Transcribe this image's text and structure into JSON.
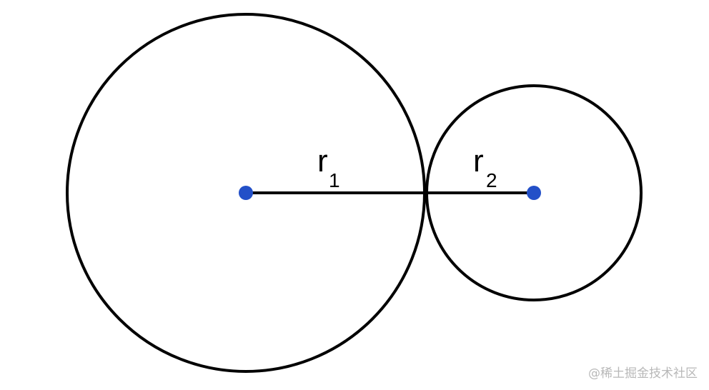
{
  "diagram": {
    "circles": [
      {
        "name": "large-circle",
        "radius_label": "r",
        "radius_subscript": "1"
      },
      {
        "name": "small-circle",
        "radius_label": "r",
        "radius_subscript": "2"
      }
    ],
    "colors": {
      "stroke": "#000000",
      "center_point": "#2350c8"
    }
  },
  "watermark": "@稀土掘金技术社区"
}
